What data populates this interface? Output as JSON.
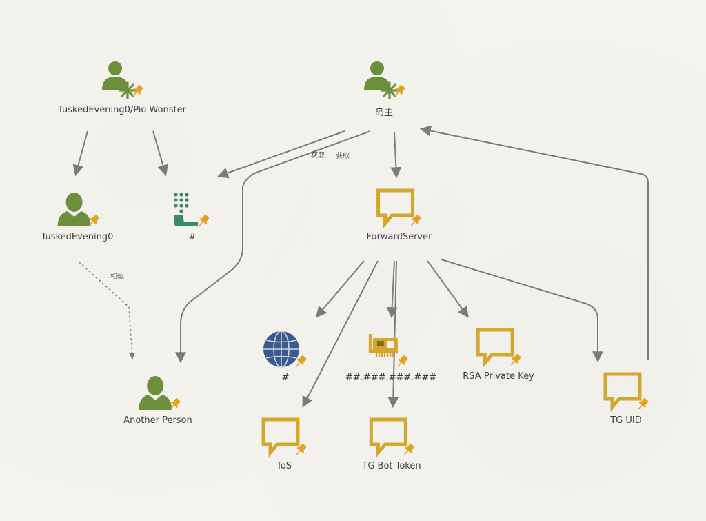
{
  "colors": {
    "person": "#6b8f3a",
    "entity": "#d4a72c",
    "pin": "#e6a020",
    "globe": "#3a5a8c",
    "edge": "#7b7b7b"
  },
  "nodes": {
    "owner_group": {
      "label": "TuskedEvening0/Pio Wonster",
      "icon": "person-group-icon"
    },
    "island_owner": {
      "label": "岛主",
      "icon": "person-group-icon"
    },
    "tusked": {
      "label": "TuskedEvening0",
      "icon": "person-icon"
    },
    "phone": {
      "label": "#",
      "icon": "phone-keypad-icon"
    },
    "forward_server": {
      "label": "ForwardServer",
      "icon": "speech-bubble-icon"
    },
    "another_person": {
      "label": "Another Person",
      "icon": "person-icon"
    },
    "website": {
      "label": "#",
      "icon": "globe-icon"
    },
    "ip_address": {
      "label": "##.###.###.###",
      "icon": "network-card-icon"
    },
    "rsa_key": {
      "label": "RSA Private Key",
      "icon": "speech-bubble-icon"
    },
    "tg_uid": {
      "label": "TG UID",
      "icon": "speech-bubble-icon"
    },
    "tos": {
      "label": "ToS",
      "icon": "speech-bubble-icon"
    },
    "tg_bot_token": {
      "label": "TG Bot Token",
      "icon": "speech-bubble-icon"
    }
  },
  "edges": {
    "similar_label": "相似",
    "obtain_label_1": "获取",
    "obtain_label_2": "获取"
  }
}
